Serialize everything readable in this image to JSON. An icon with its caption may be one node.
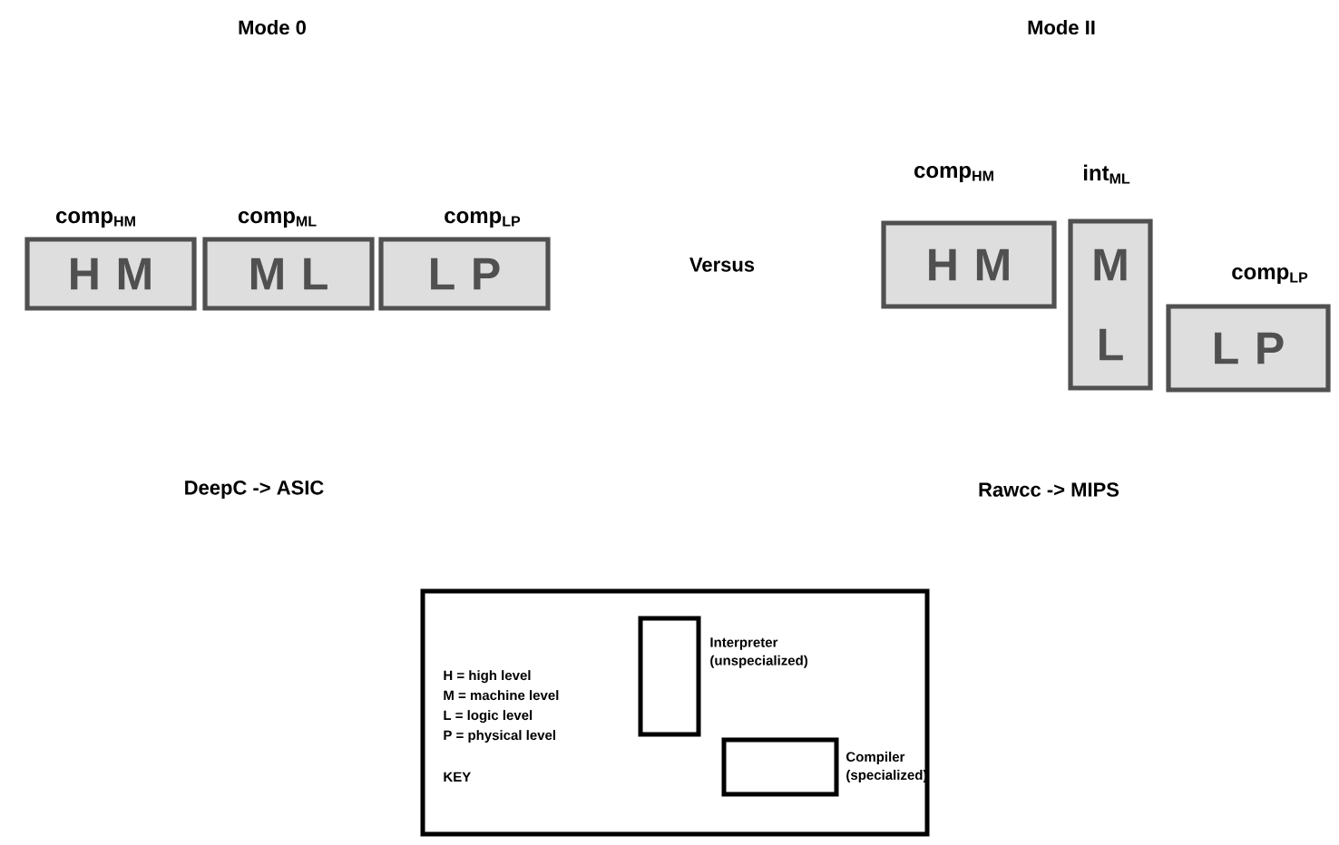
{
  "diagram": {
    "nodes": [
      {
        "text": [
          "comp$_{HM}$",
          "H M"
        ]
      },
      {
        "text": [
          "comp$_{ML}$",
          "M L"
        ]
      },
      {
        "text": [
          "comp$_{LP}$",
          "L P"
        ]
      },
      {
        "text": [
          "comp$_{HM}$",
          "H M"
        ]
      },
      {
        "text": [
          "int$_{ML}$",
          "M L"
        ]
      },
      {
        "text": [
          "comp$_{LP}$",
          "L P"
        ]
      },
      {
        "text": [
          "H = high level",
          "M = machine level",
          "L = logic level",
          "P = physical level",
          "KEY"
        ]
      },
      {
        "text": [],
        "shape": "box",
        "in": 6,
        "beside": [
          "Interpreter (unspecialized)"
        ]
      },
      {
        "text": [],
        "shape": "box",
        "in": 6,
        "beside": [
          "Compiler (specialized)"
        ]
      }
    ],
    "labels": [
      "Mode 0",
      "Mode II",
      "Versus",
      "DeepC -> ASIC",
      "Rawcc -> MIPS"
    ]
  }
}
